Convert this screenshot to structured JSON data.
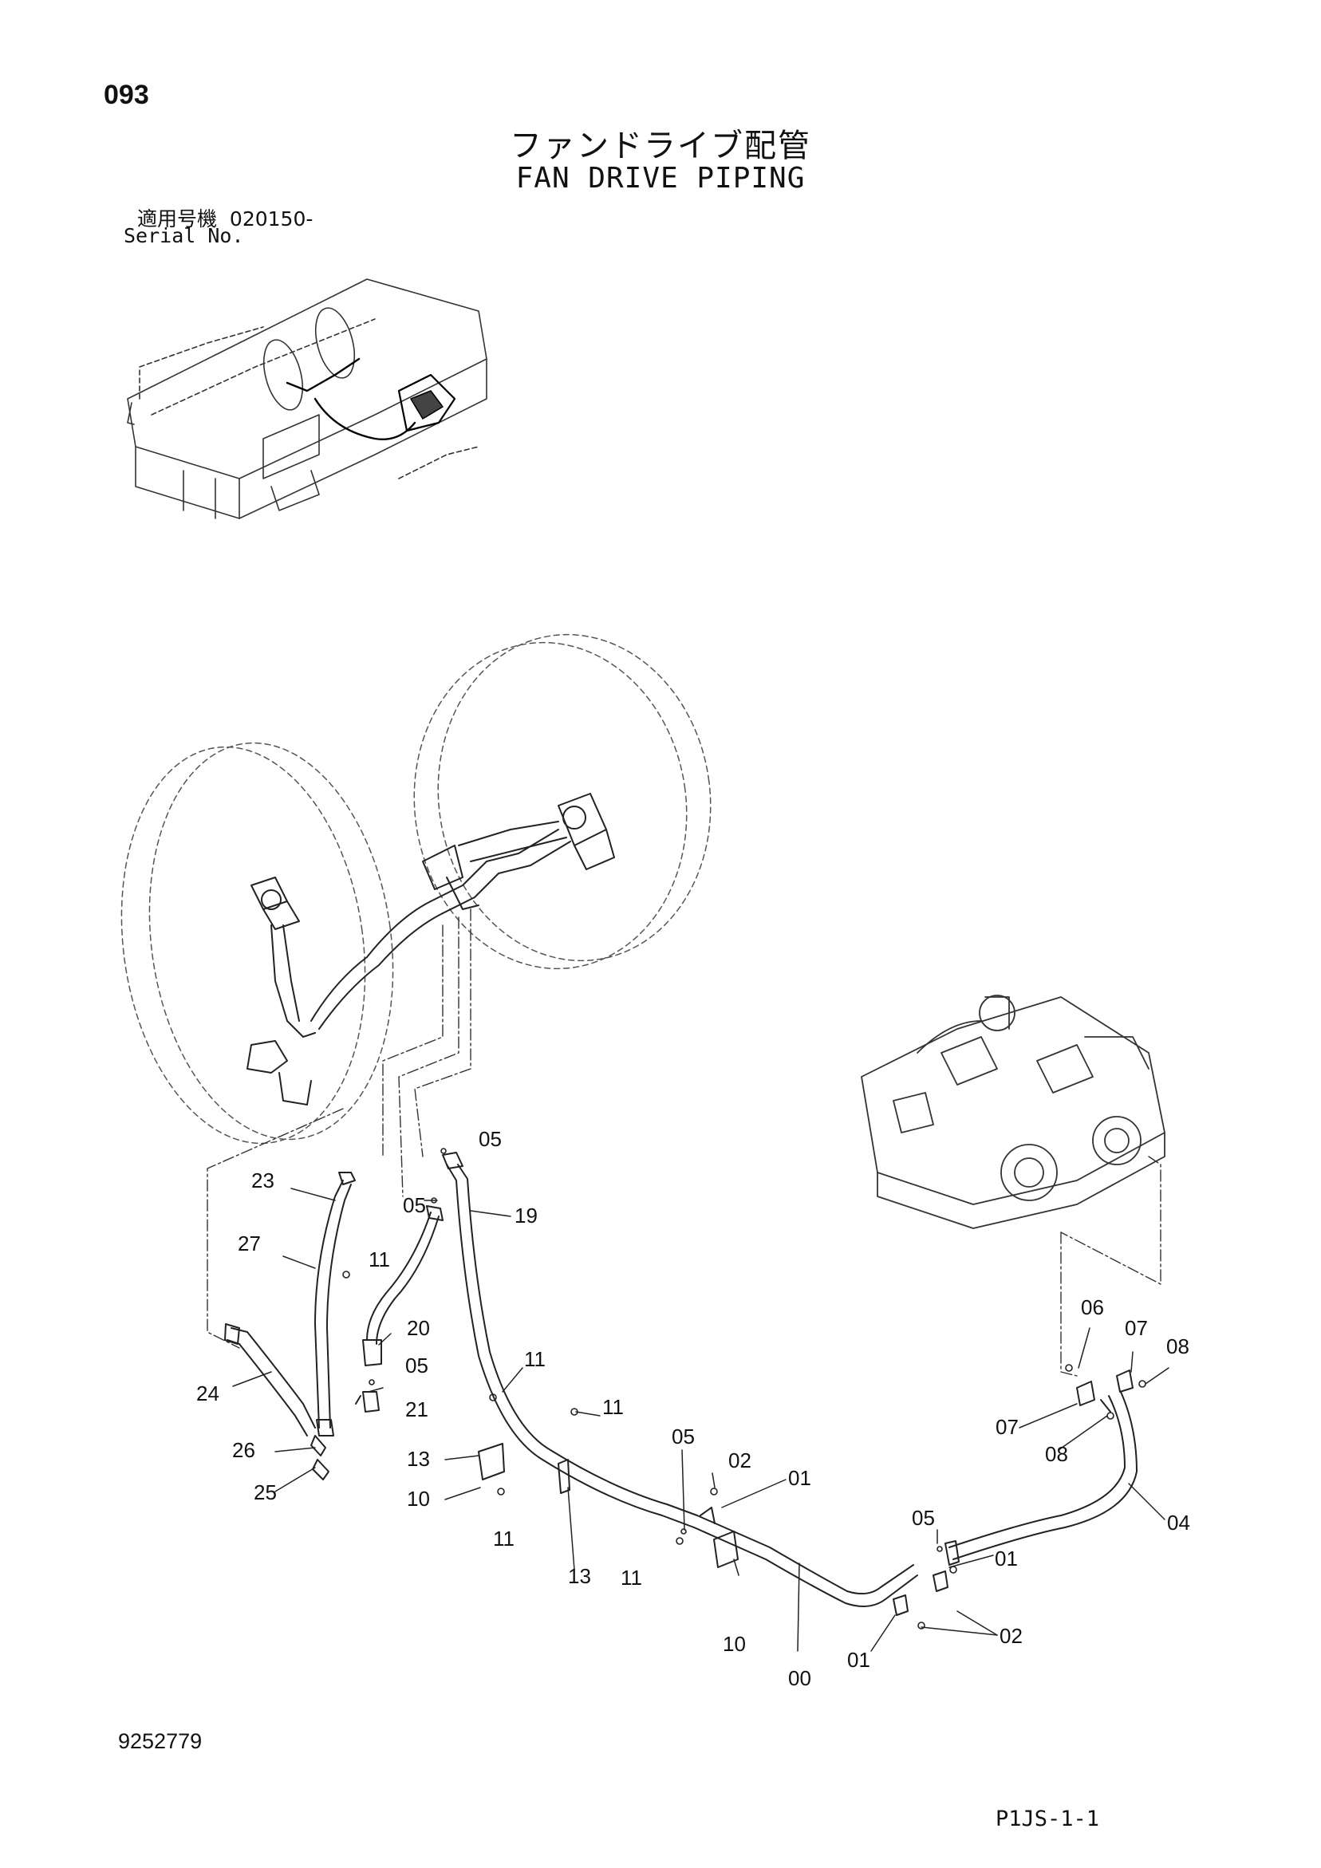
{
  "header": {
    "page_number": "093",
    "title_ja": "ファンドライブ配管",
    "title_en": "FAN DRIVE PIPING",
    "serial_label_ja": "適用号機",
    "serial_value": "020150-",
    "serial_label_en": "Serial No."
  },
  "footer": {
    "document_number": "9252779",
    "page_code": "P1JS-1-1"
  },
  "callouts": [
    "05",
    "23",
    "05",
    "19",
    "27",
    "11",
    "20",
    "05",
    "21",
    "24",
    "26",
    "25",
    "11",
    "11",
    "13",
    "10",
    "11",
    "13",
    "05",
    "02",
    "01",
    "11",
    "10",
    "00",
    "01",
    "05",
    "01",
    "02",
    "04",
    "06",
    "07",
    "08",
    "07",
    "08"
  ]
}
